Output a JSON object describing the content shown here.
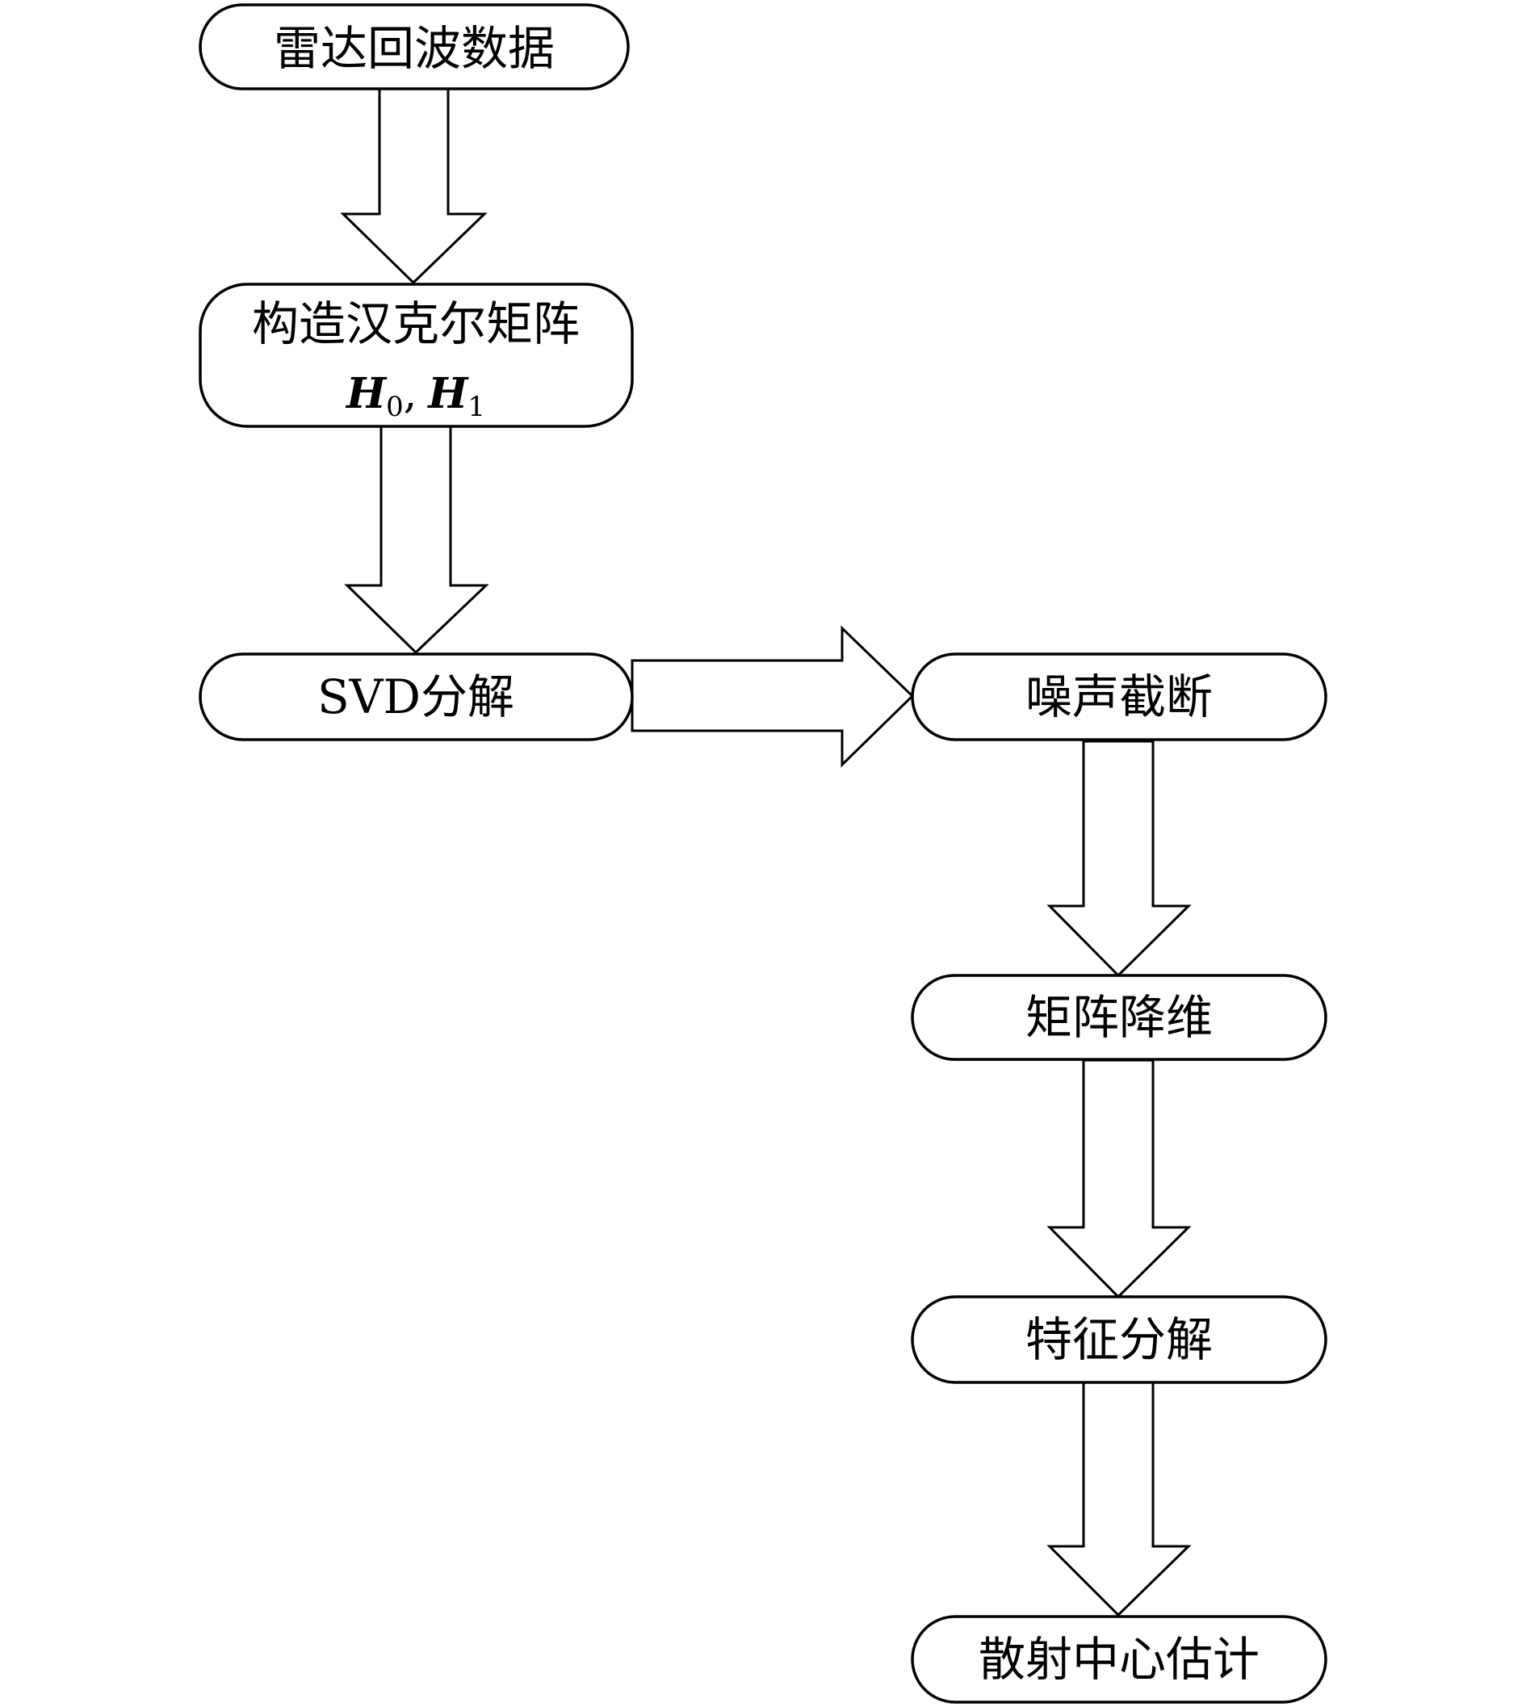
{
  "flowchart": {
    "nodes": [
      {
        "id": "radar-echo-data",
        "label": "雷达回波数据"
      },
      {
        "id": "construct-hankel",
        "label": "构造汉克尔矩阵",
        "formula": {
          "symbol_a": "H",
          "sub_a": "0",
          "separator": ",",
          "symbol_b": "H",
          "sub_b": "1"
        }
      },
      {
        "id": "svd",
        "label": "SVD分解"
      },
      {
        "id": "noise-truncation",
        "label": "噪声截断"
      },
      {
        "id": "matrix-reduction",
        "label": "矩阵降维"
      },
      {
        "id": "eigen-decomposition",
        "label": "特征分解"
      },
      {
        "id": "scattering-center-estimation",
        "label": "散射中心估计"
      }
    ],
    "edges": [
      {
        "from": "radar-echo-data",
        "to": "construct-hankel"
      },
      {
        "from": "construct-hankel",
        "to": "svd"
      },
      {
        "from": "svd",
        "to": "noise-truncation"
      },
      {
        "from": "noise-truncation",
        "to": "matrix-reduction"
      },
      {
        "from": "matrix-reduction",
        "to": "eigen-decomposition"
      },
      {
        "from": "eigen-decomposition",
        "to": "scattering-center-estimation"
      }
    ]
  }
}
